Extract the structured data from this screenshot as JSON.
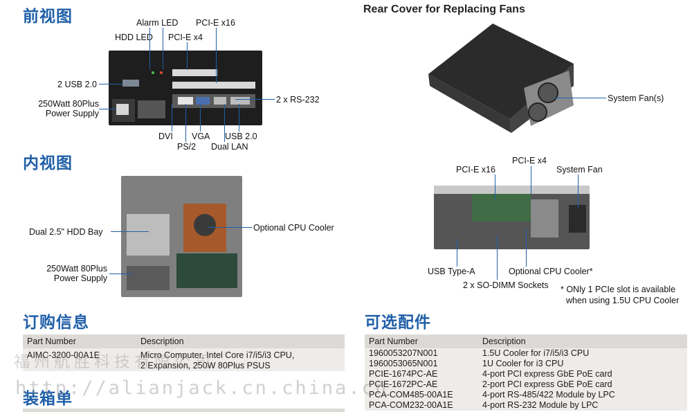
{
  "front": {
    "title": "前视图",
    "labels": {
      "alarm_led": "Alarm LED",
      "pcie_x16": "PCI-E x16",
      "hdd_led": "HDD LED",
      "pcie_x4": "PCI-E x4",
      "usb20_left": "2 USB 2.0",
      "psu_line1": "250Watt 80Plus",
      "psu_line2": "Power Supply",
      "rs232": "2 x RS-232",
      "dvi": "DVI",
      "vga": "VGA",
      "usb20_bottom": "USB 2.0",
      "ps2": "PS/2",
      "dual_lan": "Dual LAN"
    }
  },
  "rear": {
    "title": "Rear Cover for Replacing Fans",
    "labels": {
      "system_fans": "System Fan(s)"
    }
  },
  "inner": {
    "title": "内视图",
    "labels": {
      "hdd_bay": "Dual 2.5\" HDD Bay",
      "cpu_cooler": "Optional CPU Cooler",
      "psu_line1": "250Watt 80Plus",
      "psu_line2": "Power Supply"
    }
  },
  "inner2": {
    "labels": {
      "pcie_x16": "PCI-E x16",
      "pcie_x4": "PCI-E x4",
      "system_fan": "System Fan",
      "usb_type_a": "USB Type-A",
      "cpu_cooler": "Optional CPU Cooler*",
      "sodimm": "2 x SO-DIMM Sockets",
      "note_line1": "* ONly 1 PCIe slot is available",
      "note_line2": "when using 1.5U CPU Cooler"
    }
  },
  "ordering": {
    "title": "订购信息",
    "col_part": "Part Number",
    "col_desc": "Description",
    "rows": [
      {
        "part": "AIMC-3200-00A1E",
        "desc1": "Micro Computer, Intel Core i7/i5/i3 CPU,",
        "desc2": "2 Expansion, 250W 80Plus PSUS"
      }
    ]
  },
  "packing": {
    "title": "装箱单"
  },
  "accessories": {
    "title": "可选配件",
    "col_part": "Part Number",
    "col_desc": "Description",
    "rows": [
      {
        "part": "1960053207N001",
        "desc": "1.5U Cooler for i7/i5/i3 CPU"
      },
      {
        "part": "1960053065N001",
        "desc": "1U Cooler for i3 CPU"
      },
      {
        "part": "PCIE-1674PC-AE",
        "desc": "4-port PCI express GbE PoE card"
      },
      {
        "part": "PCIE-1672PC-AE",
        "desc": "2-port PCI express GbE PoE card"
      },
      {
        "part": "PCA-COM485-00A1E",
        "desc": "4-port RS-485/422 Module by LPC"
      },
      {
        "part": "PCA-COM232-00A1E",
        "desc": "4-port RS-232 Module by LPC"
      }
    ]
  },
  "watermark": {
    "cn": "福州航胜科技有限公司",
    "url": "http://alianjack.cn.china.cn"
  }
}
